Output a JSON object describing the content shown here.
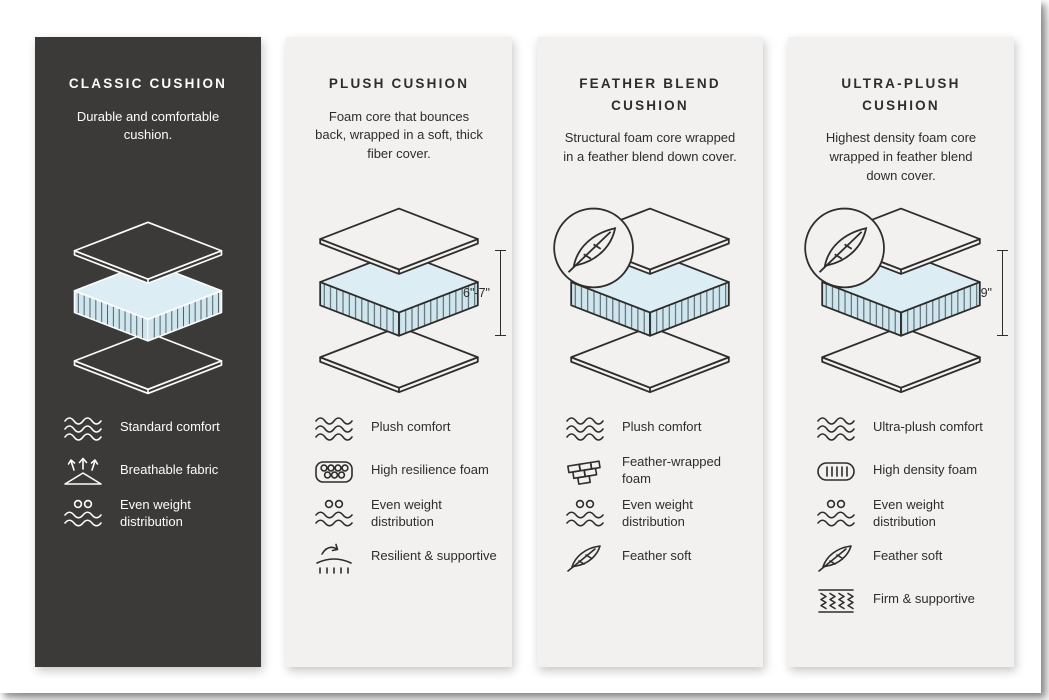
{
  "colors": {
    "dark_card_bg": "#3b3a39",
    "light_card_bg": "#f2f1ef",
    "cushion_blue_top": "#dcedf3",
    "cushion_blue_side": "#cfe6ee",
    "ink": "#2b2b2b"
  },
  "cards": [
    {
      "id": "classic",
      "theme": "dark",
      "title": "CLASSIC CUSHION",
      "description": "Durable and comfortable cushion.",
      "illustration": {
        "type": "layered-cushion",
        "badge": null,
        "measurement": null
      },
      "features": [
        {
          "icon": "comfort-waves-icon",
          "label": "Standard comfort"
        },
        {
          "icon": "breathable-fabric-icon",
          "label": "Breathable fabric"
        },
        {
          "icon": "even-weight-icon",
          "label": "Even weight distribution"
        }
      ]
    },
    {
      "id": "plush",
      "theme": "light",
      "title": "PLUSH CUSHION",
      "description": "Foam core that bounces back, wrapped in a soft, thick fiber cover.",
      "illustration": {
        "type": "layered-cushion",
        "badge": null,
        "measurement": "6\"-7\""
      },
      "features": [
        {
          "icon": "comfort-waves-icon",
          "label": "Plush comfort"
        },
        {
          "icon": "foam-bubbles-icon",
          "label": "High resilience foam"
        },
        {
          "icon": "even-weight-icon",
          "label": "Even weight distribution"
        },
        {
          "icon": "resilient-arrow-icon",
          "label": "Resilient & supportive"
        }
      ]
    },
    {
      "id": "feather-blend",
      "theme": "light",
      "title": "FEATHER BLEND CUSHION",
      "description": "Structural foam core wrapped in a feather blend down cover.",
      "illustration": {
        "type": "layered-cushion",
        "badge": "feather",
        "measurement": null
      },
      "features": [
        {
          "icon": "comfort-waves-icon",
          "label": "Plush comfort"
        },
        {
          "icon": "foam-bricks-icon",
          "label": "Feather-wrapped foam"
        },
        {
          "icon": "even-weight-icon",
          "label": "Even weight distribution"
        },
        {
          "icon": "feather-icon",
          "label": "Feather soft"
        }
      ]
    },
    {
      "id": "ultra-plush",
      "theme": "light",
      "title": "ULTRA-PLUSH CUSHION",
      "description": "Highest density foam core wrapped in feather blend down cover.",
      "illustration": {
        "type": "layered-cushion",
        "badge": "feather",
        "measurement": "9\""
      },
      "features": [
        {
          "icon": "comfort-waves-icon",
          "label": "Ultra-plush comfort"
        },
        {
          "icon": "high-density-foam-icon",
          "label": "High density foam"
        },
        {
          "icon": "even-weight-icon",
          "label": "Even weight distribution"
        },
        {
          "icon": "feather-icon",
          "label": "Feather soft"
        },
        {
          "icon": "springs-icon",
          "label": "Firm & supportive"
        }
      ]
    }
  ]
}
